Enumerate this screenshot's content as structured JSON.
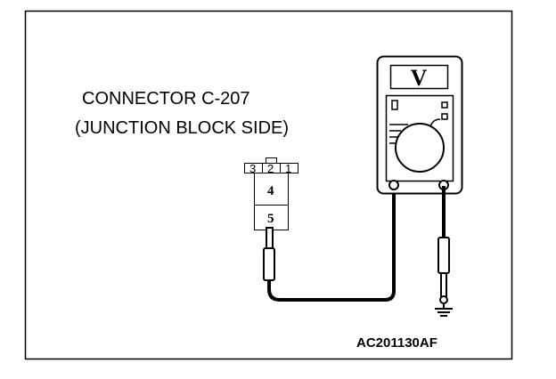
{
  "diagram": {
    "connector_label_line1": "CONNECTOR C-207",
    "connector_label_line2": "(JUNCTION BLOCK SIDE)",
    "connector_pins": [
      "3",
      "2",
      "1",
      "4",
      "5"
    ],
    "meter_display": "V",
    "figure_code": "AC201130AF"
  }
}
